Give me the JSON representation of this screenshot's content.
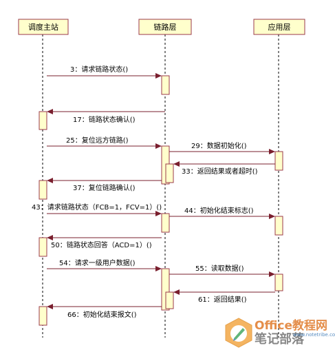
{
  "participants": [
    {
      "label": "调度主站"
    },
    {
      "label": "链路层"
    },
    {
      "label": "应用层"
    }
  ],
  "messages": [
    {
      "label": "3：请求链路状态()",
      "from": 0,
      "to": 1
    },
    {
      "label": "17：链路状态确认()",
      "from": 1,
      "to": 0
    },
    {
      "label": "25：复位远方链路()",
      "from": 0,
      "to": 1
    },
    {
      "label": "29：数据初始化()",
      "from": 1,
      "to": 2
    },
    {
      "label": "33：返回结果或者超时()",
      "from": 2,
      "to": 1
    },
    {
      "label": "37：复位链路确认()",
      "from": 1,
      "to": 0
    },
    {
      "label": "43：请求链路状态（FCB=1，FCV=1）()",
      "from": 0,
      "to": 1
    },
    {
      "label": "44：初始化结束标志()",
      "from": 1,
      "to": 2
    },
    {
      "label": "50：链路状态回答（ACD=1）()",
      "from": 1,
      "to": 0
    },
    {
      "label": "54：请求一级用户数据()",
      "from": 0,
      "to": 1
    },
    {
      "label": "55：读取数据()",
      "from": 1,
      "to": 2
    },
    {
      "label": "61：返回结果()",
      "from": 2,
      "to": 1
    },
    {
      "label": "66：初始化结束报文()",
      "from": 1,
      "to": 0
    }
  ],
  "watermark": {
    "line1": "Office教程网",
    "line2": "笔记部落",
    "url": "www.notetribe.com",
    "icon": "pen-leaf-logo-icon"
  },
  "colors": {
    "box_fill": "#ffffcc",
    "box_border": "#9b3a4a",
    "arrow": "#7a1f2e"
  }
}
